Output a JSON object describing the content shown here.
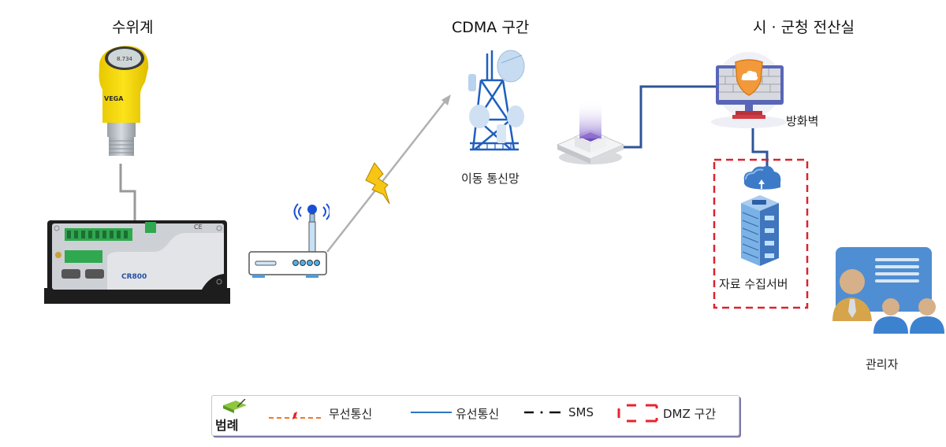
{
  "headings": {
    "sensor": "수위계",
    "cdma": "CDMA 구간",
    "office": "시 · 군청 전산실"
  },
  "nodes": {
    "sensor_brand": "VEGA",
    "sensor_display": "8.734",
    "logger_model": "CR800",
    "tower_label": "이동 통신망",
    "firewall_label": "방화벽",
    "server_label": "자료 수집서버",
    "admin_label": "관리자"
  },
  "legend": {
    "title": "범례",
    "items": [
      {
        "label": "무선통신",
        "style": "wireless"
      },
      {
        "label": "유선통신",
        "style": "wired"
      },
      {
        "label": "SMS",
        "style": "dash-dot"
      },
      {
        "label": "DMZ 구간",
        "style": "dmz"
      }
    ]
  },
  "colors": {
    "wired": "#2f5597",
    "wireless_arrow": "#b0b0b0",
    "sensor_link": "#999999",
    "dmz_border": "#d9232e",
    "sensor_yellow": "#f5d800",
    "tower_blue": "#1f5fbf",
    "firewall_shield": "#f29a3b",
    "server_blue": "#5b9bd5"
  }
}
